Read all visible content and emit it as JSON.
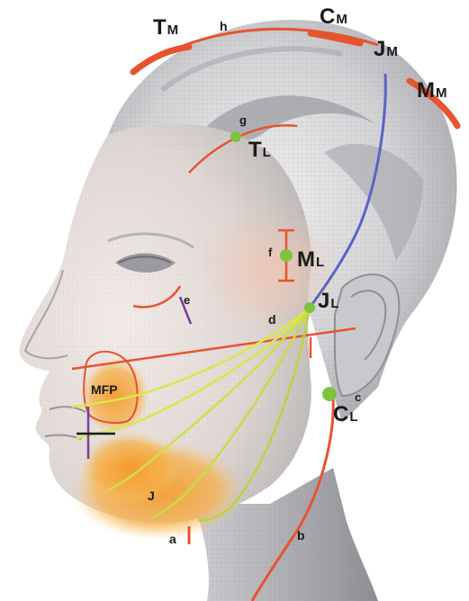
{
  "labels": {
    "tm": {
      "main": "T",
      "sub": "M"
    },
    "cm": {
      "main": "C",
      "sub": "M"
    },
    "jm": {
      "main": "J",
      "sub": "M"
    },
    "mm": {
      "main": "M",
      "sub": "M"
    },
    "tl": {
      "main": "T",
      "sub": "L"
    },
    "ml": {
      "main": "M",
      "sub": "L"
    },
    "jl": {
      "main": "J",
      "sub": "L"
    },
    "cl": {
      "main": "C",
      "sub": "L"
    },
    "a": "a",
    "b": "b",
    "c": "c",
    "d": "d",
    "e": "e",
    "f": "f",
    "g": "g",
    "h": "h",
    "mfp": "MFP",
    "j": "J"
  },
  "colors": {
    "muscle_red": "#e8532f",
    "ligament_green": "#7ec441",
    "nerve_blue": "#5a64c4",
    "branch_yellow": "#d9e84a",
    "branch_yellow_dark": "#b9d23a",
    "fat_orange": "#f6a23a",
    "purple_mark": "#7b3fa0",
    "head_light": "#e6e6e8",
    "head_mid": "#bdbdc1",
    "head_dark": "#8d8d92"
  }
}
